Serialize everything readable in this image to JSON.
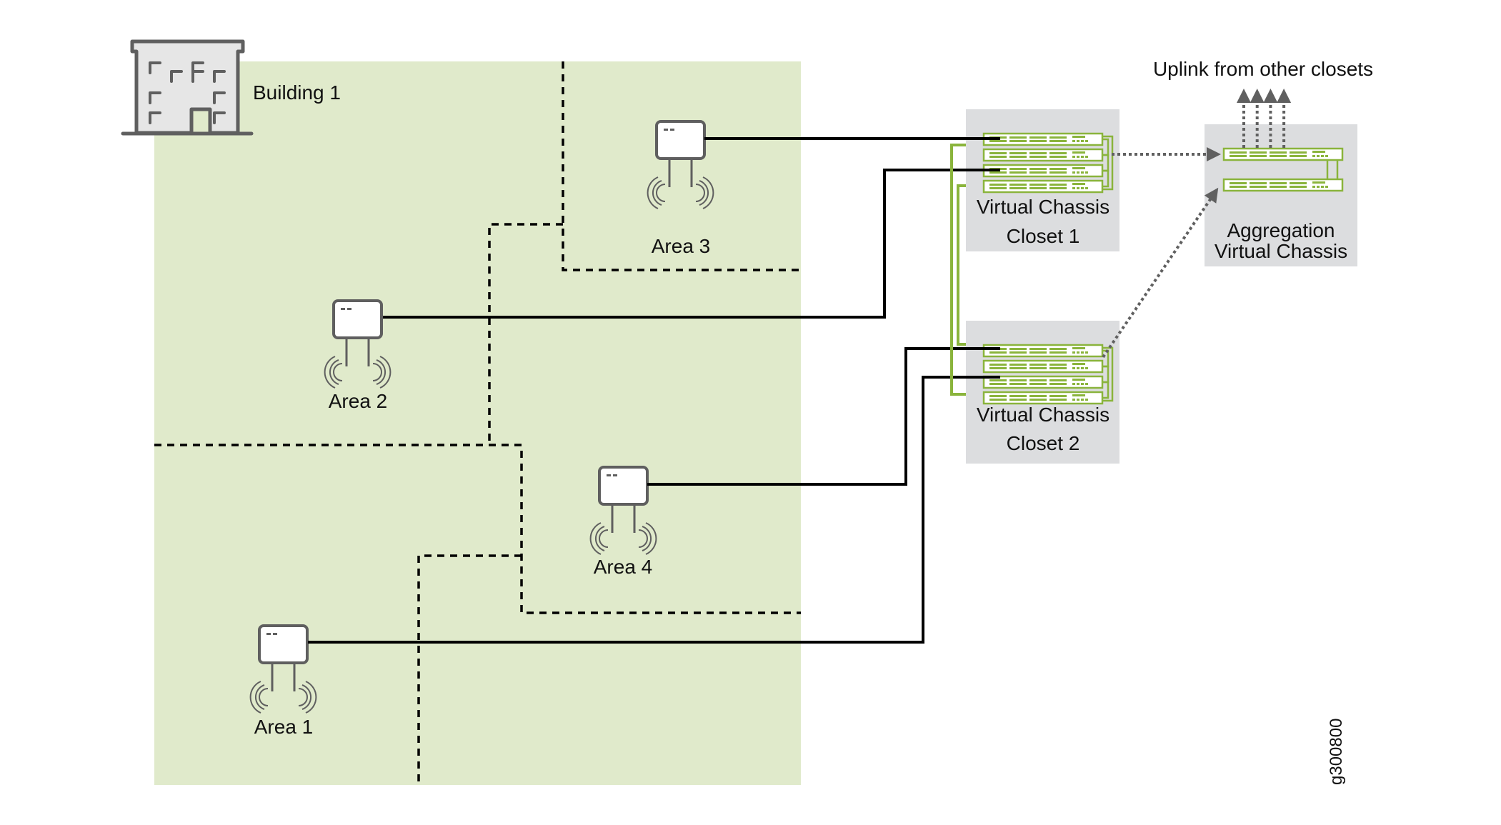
{
  "building": {
    "label": "Building 1",
    "icon": "building-icon"
  },
  "areas": [
    {
      "id": "area-1",
      "label": "Area 1",
      "device": "wireless-access-point-icon",
      "uplink_closet": "closet-2"
    },
    {
      "id": "area-2",
      "label": "Area 2",
      "device": "wireless-access-point-icon",
      "uplink_closet": "closet-1"
    },
    {
      "id": "area-3",
      "label": "Area 3",
      "device": "wireless-access-point-icon",
      "uplink_closet": "closet-1"
    },
    {
      "id": "area-4",
      "label": "Area 4",
      "device": "wireless-access-point-icon",
      "uplink_closet": "closet-2"
    }
  ],
  "closets": [
    {
      "id": "closet-1",
      "line1": "Virtual Chassis",
      "line2": "Closet 1",
      "switch_count": 4
    },
    {
      "id": "closet-2",
      "line1": "Virtual Chassis",
      "line2": "Closet 2",
      "switch_count": 4
    }
  ],
  "aggregation": {
    "line1": "Aggregation",
    "line2": "Virtual Chassis",
    "switch_count": 2
  },
  "uplink": {
    "label": "Uplink from other closets",
    "arrow_count": 4
  },
  "figure_id": "g300800",
  "colors": {
    "building_area": "#e0eacb",
    "closet_bg": "#dcdddf",
    "switch_green": "#8ab43c",
    "cable": "#000000",
    "icon_gray": "#5f5f5f",
    "dotted_link": "#606060"
  }
}
